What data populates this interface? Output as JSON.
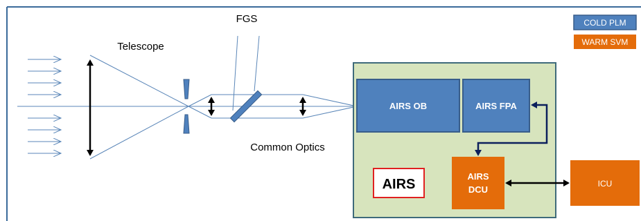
{
  "labels": {
    "fgs": "FGS",
    "telescope": "Telescope",
    "common_optics": "Common Optics"
  },
  "legend": {
    "cold_plm": "COLD PLM",
    "warm_svm": "WARM SVM"
  },
  "boxes": {
    "airs_ob": "AIRS OB",
    "airs_fpa": "AIRS FPA",
    "airs_dcu_line1": "AIRS",
    "airs_dcu_line2": "DCU",
    "icu": "ICU",
    "airs_label": "AIRS"
  },
  "colors": {
    "cold": "#4f81bd",
    "cold_border": "#385d8a",
    "warm": "#e46c0a",
    "instrument_bg": "#d7e4bd",
    "instrument_border": "#3e6a7a",
    "beam": "#5a86b8",
    "connector": "#0b1f5c",
    "frame": "#3a6a9a"
  }
}
